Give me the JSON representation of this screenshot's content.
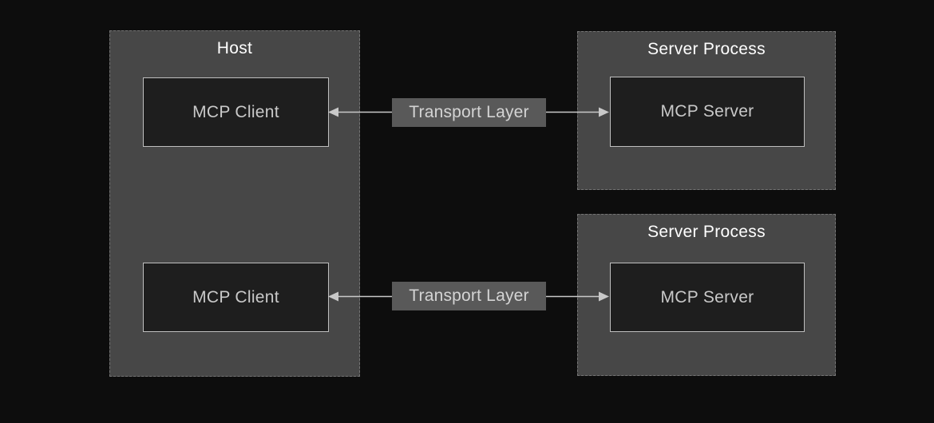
{
  "colors": {
    "background": "#0d0d0d",
    "container_fill": "#474747",
    "container_border": "#757575",
    "node_fill": "#1e1e1e",
    "node_border": "#bfbfbf",
    "title_text": "#ffffff",
    "node_text": "#c9c9c9",
    "transport_bg": "#595959",
    "transport_text": "#d4d4d4",
    "arrow": "#c9c9c9"
  },
  "host": {
    "title": "Host",
    "clients": [
      {
        "label": "MCP Client"
      },
      {
        "label": "MCP Client"
      }
    ]
  },
  "server_processes": [
    {
      "title": "Server Process",
      "server_label": "MCP Server"
    },
    {
      "title": "Server Process",
      "server_label": "MCP Server"
    }
  ],
  "transport_labels": [
    {
      "label": "Transport Layer"
    },
    {
      "label": "Transport Layer"
    }
  ]
}
